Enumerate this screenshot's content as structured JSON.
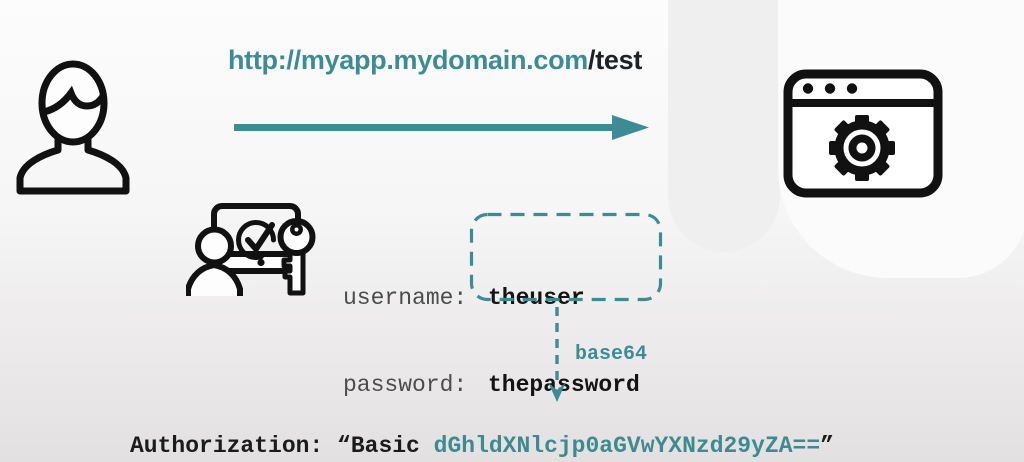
{
  "url": {
    "base": "http://myapp.mydomain.com",
    "path": "/test"
  },
  "credentials": {
    "username_label": "username:",
    "username_value": "theuser",
    "password_label": "password:",
    "password_value": "thepassword"
  },
  "encoding_label": "base64",
  "authorization": {
    "prefix": "Authorization: “Basic ",
    "encoded": "dGhldXNlcjp0aGVwYXNzd29yZA==",
    "suffix": "”"
  },
  "colors": {
    "accent_teal": "#3d8c95",
    "icon_black": "#111111",
    "label_gray": "#4c4c4c",
    "text_black": "#1b1b1b"
  },
  "icons": {
    "user": "user-icon",
    "server": "browser-window-gear-icon",
    "credentials": "monitor-check-key-icon",
    "request_arrow": "arrow-right-icon",
    "encode_arrow": "arrow-down-dashed-icon"
  }
}
